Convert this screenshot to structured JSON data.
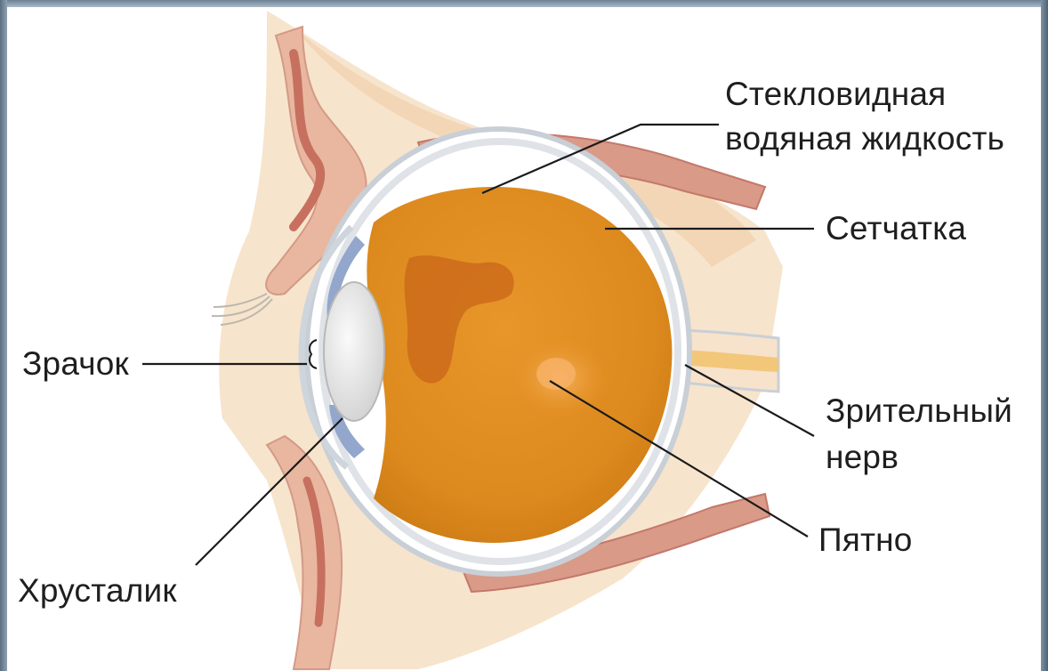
{
  "diagram": {
    "labels": {
      "vitreous_line1": "Стекловидная",
      "vitreous_line2": "водяная жидкость",
      "retina": "Сетчатка",
      "pupil": "Зрачок",
      "optic_nerve_line1": "Зрительный",
      "optic_nerve_line2": "нерв",
      "macula": "Пятно",
      "lens": "Хрусталик"
    }
  },
  "colors": {
    "background": "#ffffff",
    "frame": "#6f8598",
    "tissue": "#f5dcc0",
    "muscle": "#d69585",
    "sclera": "#c9cfd6",
    "vitreous": "#e08a1c",
    "macula": "#f4a24a",
    "lens": "#eaeaea",
    "iris": "#8fa2c9",
    "leader_line": "#1a1a1a"
  }
}
